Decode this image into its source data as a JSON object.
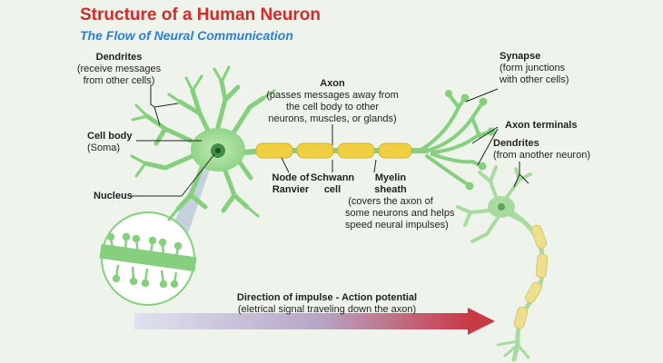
{
  "title": "Structure of a Human Neuron",
  "subtitle": "The Flow of Neural Communication",
  "labels": {
    "dendrites": {
      "name": "Dendrites",
      "lines": [
        "(receive messages",
        "from other cells)"
      ]
    },
    "cell_body": {
      "name": "Cell body",
      "lines": [
        "(Soma)"
      ]
    },
    "nucleus": {
      "name": "Nucleus"
    },
    "axon": {
      "name": "Axon",
      "lines": [
        "(passes messages away from",
        "the cell body to other",
        "neurons, muscles, or glands)"
      ]
    },
    "node_of_ranvier": {
      "name": [
        "Node of",
        "Ranvier"
      ]
    },
    "schwann_cell": {
      "name": [
        "Schwann",
        "cell"
      ]
    },
    "myelin_sheath": {
      "name": [
        "Myelin",
        "sheath"
      ],
      "lines": [
        "(covers the axon of",
        "some neurons and helps",
        "speed neural impulses)"
      ]
    },
    "synapse": {
      "name": "Synapse",
      "lines": [
        "(form junctions",
        "with other cells)"
      ]
    },
    "axon_terminals": {
      "name": "Axon terminals"
    },
    "dendrites_other": {
      "name": "Dendrites",
      "lines": [
        "(from another neuron)"
      ]
    },
    "impulse": {
      "name": "Direction of impulse - Action potential",
      "lines": [
        "(eletrical signal traveling down the axon)"
      ]
    }
  },
  "colors": {
    "title": "#d32a2a",
    "subtitle": "#2d7fd3",
    "neuron": "#86cf7e",
    "soma": "#a6dd9b",
    "nucleus": "#3f8f44",
    "myelin": "#f0cf42",
    "arrow": "#c73a46",
    "background": "#eef4ec"
  }
}
